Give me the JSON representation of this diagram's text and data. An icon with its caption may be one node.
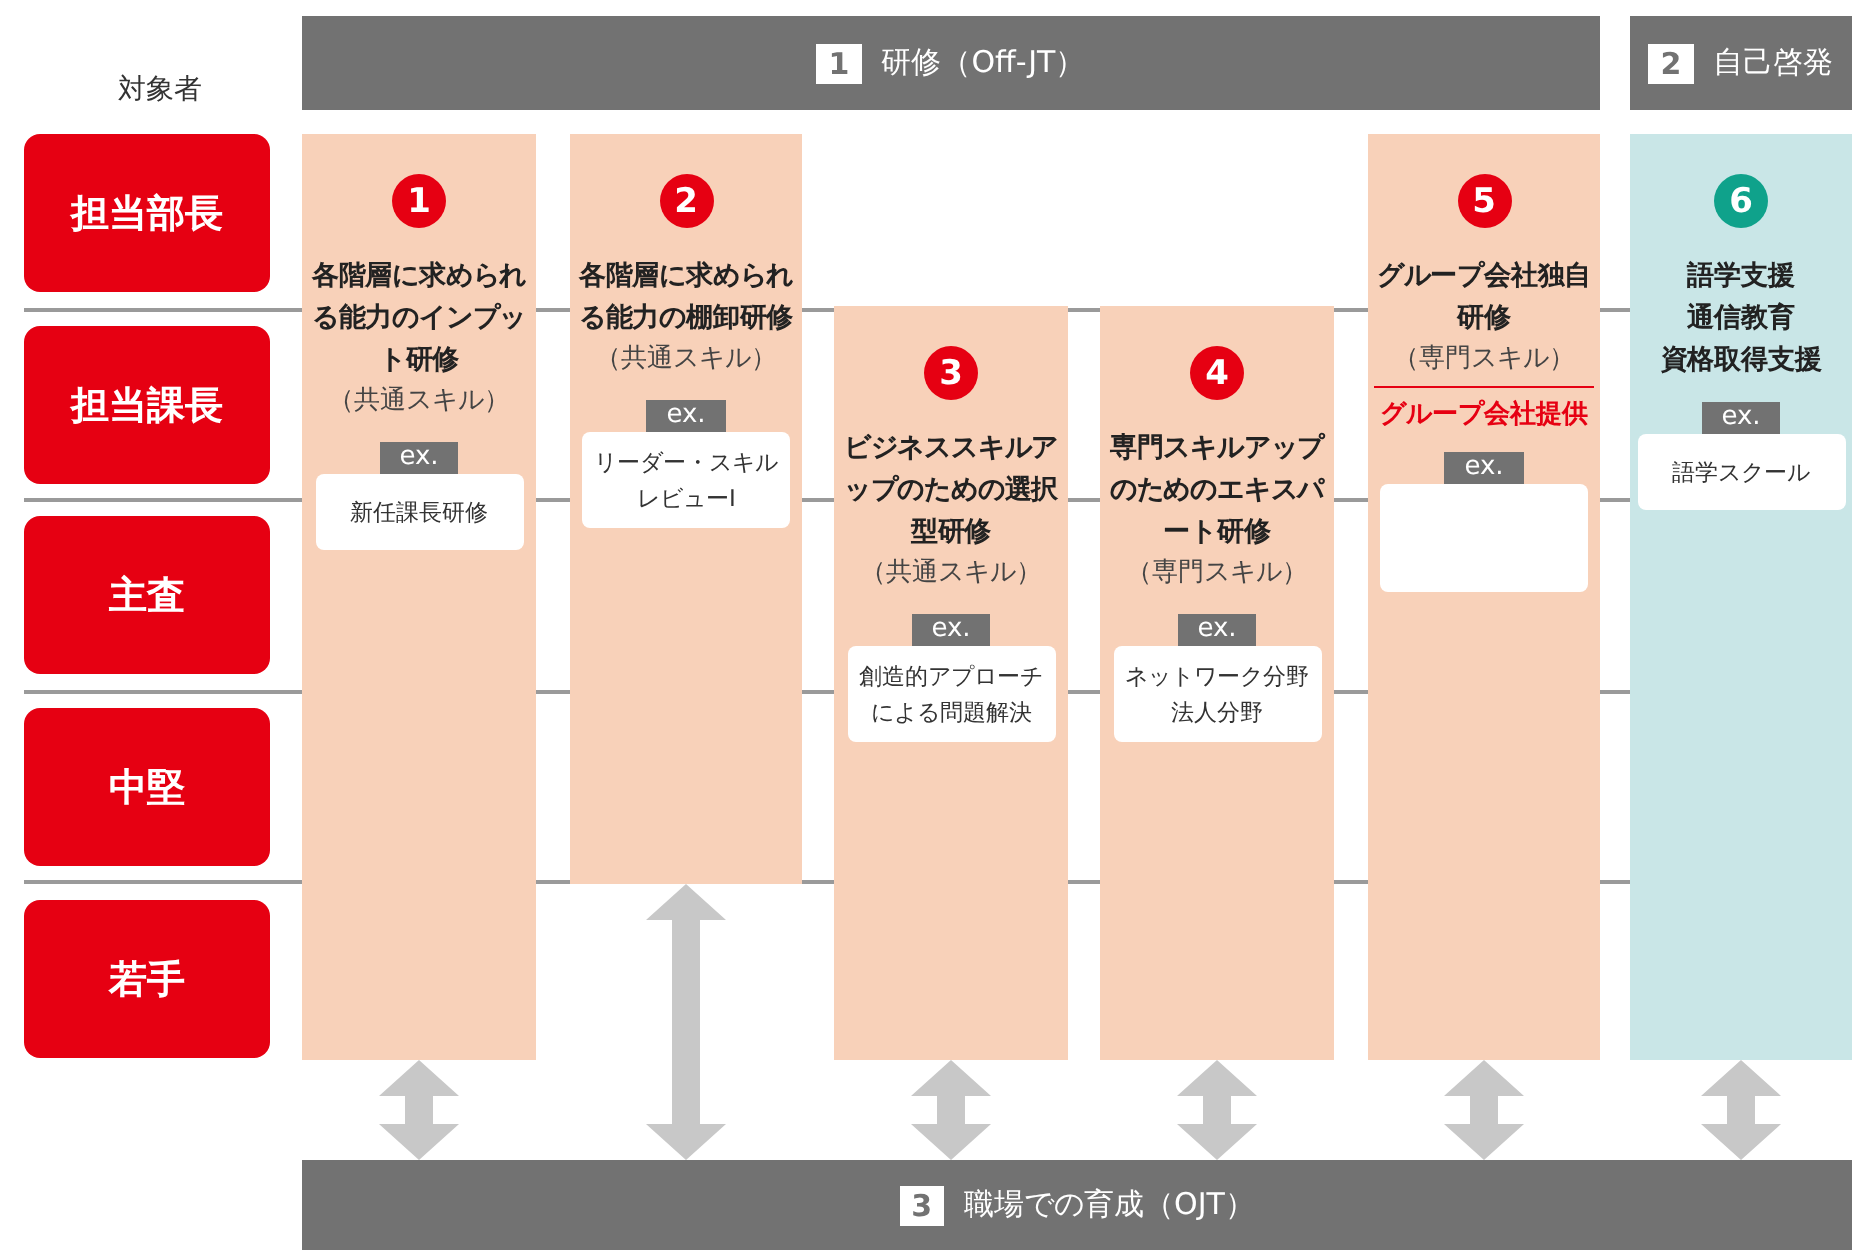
{
  "diagram": {
    "nodes": [
      {
        "text": [
          "1",
          "研修（Off-JT）"
        ]
      },
      {
        "text": [
          "2",
          "自己啓発"
        ]
      },
      {
        "text": [
          "担当部長"
        ]
      },
      {
        "text": [
          "担当課長"
        ]
      },
      {
        "text": [
          "主査"
        ]
      },
      {
        "text": [
          "中堅"
        ]
      },
      {
        "text": [
          "若手"
        ]
      },
      {
        "text": [
          "1",
          "各階層に求められる能力のインプット研修",
          "（共通スキル）"
        ]
      },
      {
        "text": [
          "ex.",
          "新任課長研修"
        ],
        "in": 7
      },
      {
        "text": [
          "2",
          "各階層に求められる能力の棚卸研修",
          "（共通スキル）"
        ]
      },
      {
        "text": [
          "ex.",
          "リーダー・スキルレビューⅠ"
        ],
        "in": 9
      },
      {
        "text": [
          "3",
          "ビジネススキルアップのための選択型研修",
          "（共通スキル）"
        ]
      },
      {
        "text": [
          "ex.",
          "創造的アプローチによる問題解決"
        ],
        "in": 11
      },
      {
        "text": [
          "4",
          "専門スキルアップのためのエキスパート研修",
          "（専門スキル）"
        ]
      },
      {
        "text": [
          "ex.",
          "ネットワーク分野",
          "法人分野"
        ],
        "in": 13
      },
      {
        "text": [
          "5",
          "グループ会社独自研修",
          "（専門スキル）",
          "グループ会社提供"
        ]
      },
      {
        "text": [
          "ex."
        ],
        "in": 15
      },
      {
        "text": [
          "6",
          "語学支援",
          "通信教育",
          "資格取得支援"
        ]
      },
      {
        "text": [
          "ex.",
          "語学スクール"
        ],
        "in": 17
      },
      {
        "text": [
          "3",
          "職場での育成（OJT）"
        ]
      }
    ],
    "edges": [
      {
        "from": 7,
        "to": 19,
        "arrow": "both"
      },
      {
        "from": 9,
        "to": 19,
        "arrow": "both"
      },
      {
        "from": 11,
        "to": 19,
        "arrow": "both"
      },
      {
        "from": 13,
        "to": 19,
        "arrow": "both"
      },
      {
        "from": 15,
        "to": 19,
        "arrow": "both"
      },
      {
        "from": 17,
        "to": 19,
        "arrow": "both"
      }
    ],
    "labels": [
      "対象者"
    ]
  }
}
